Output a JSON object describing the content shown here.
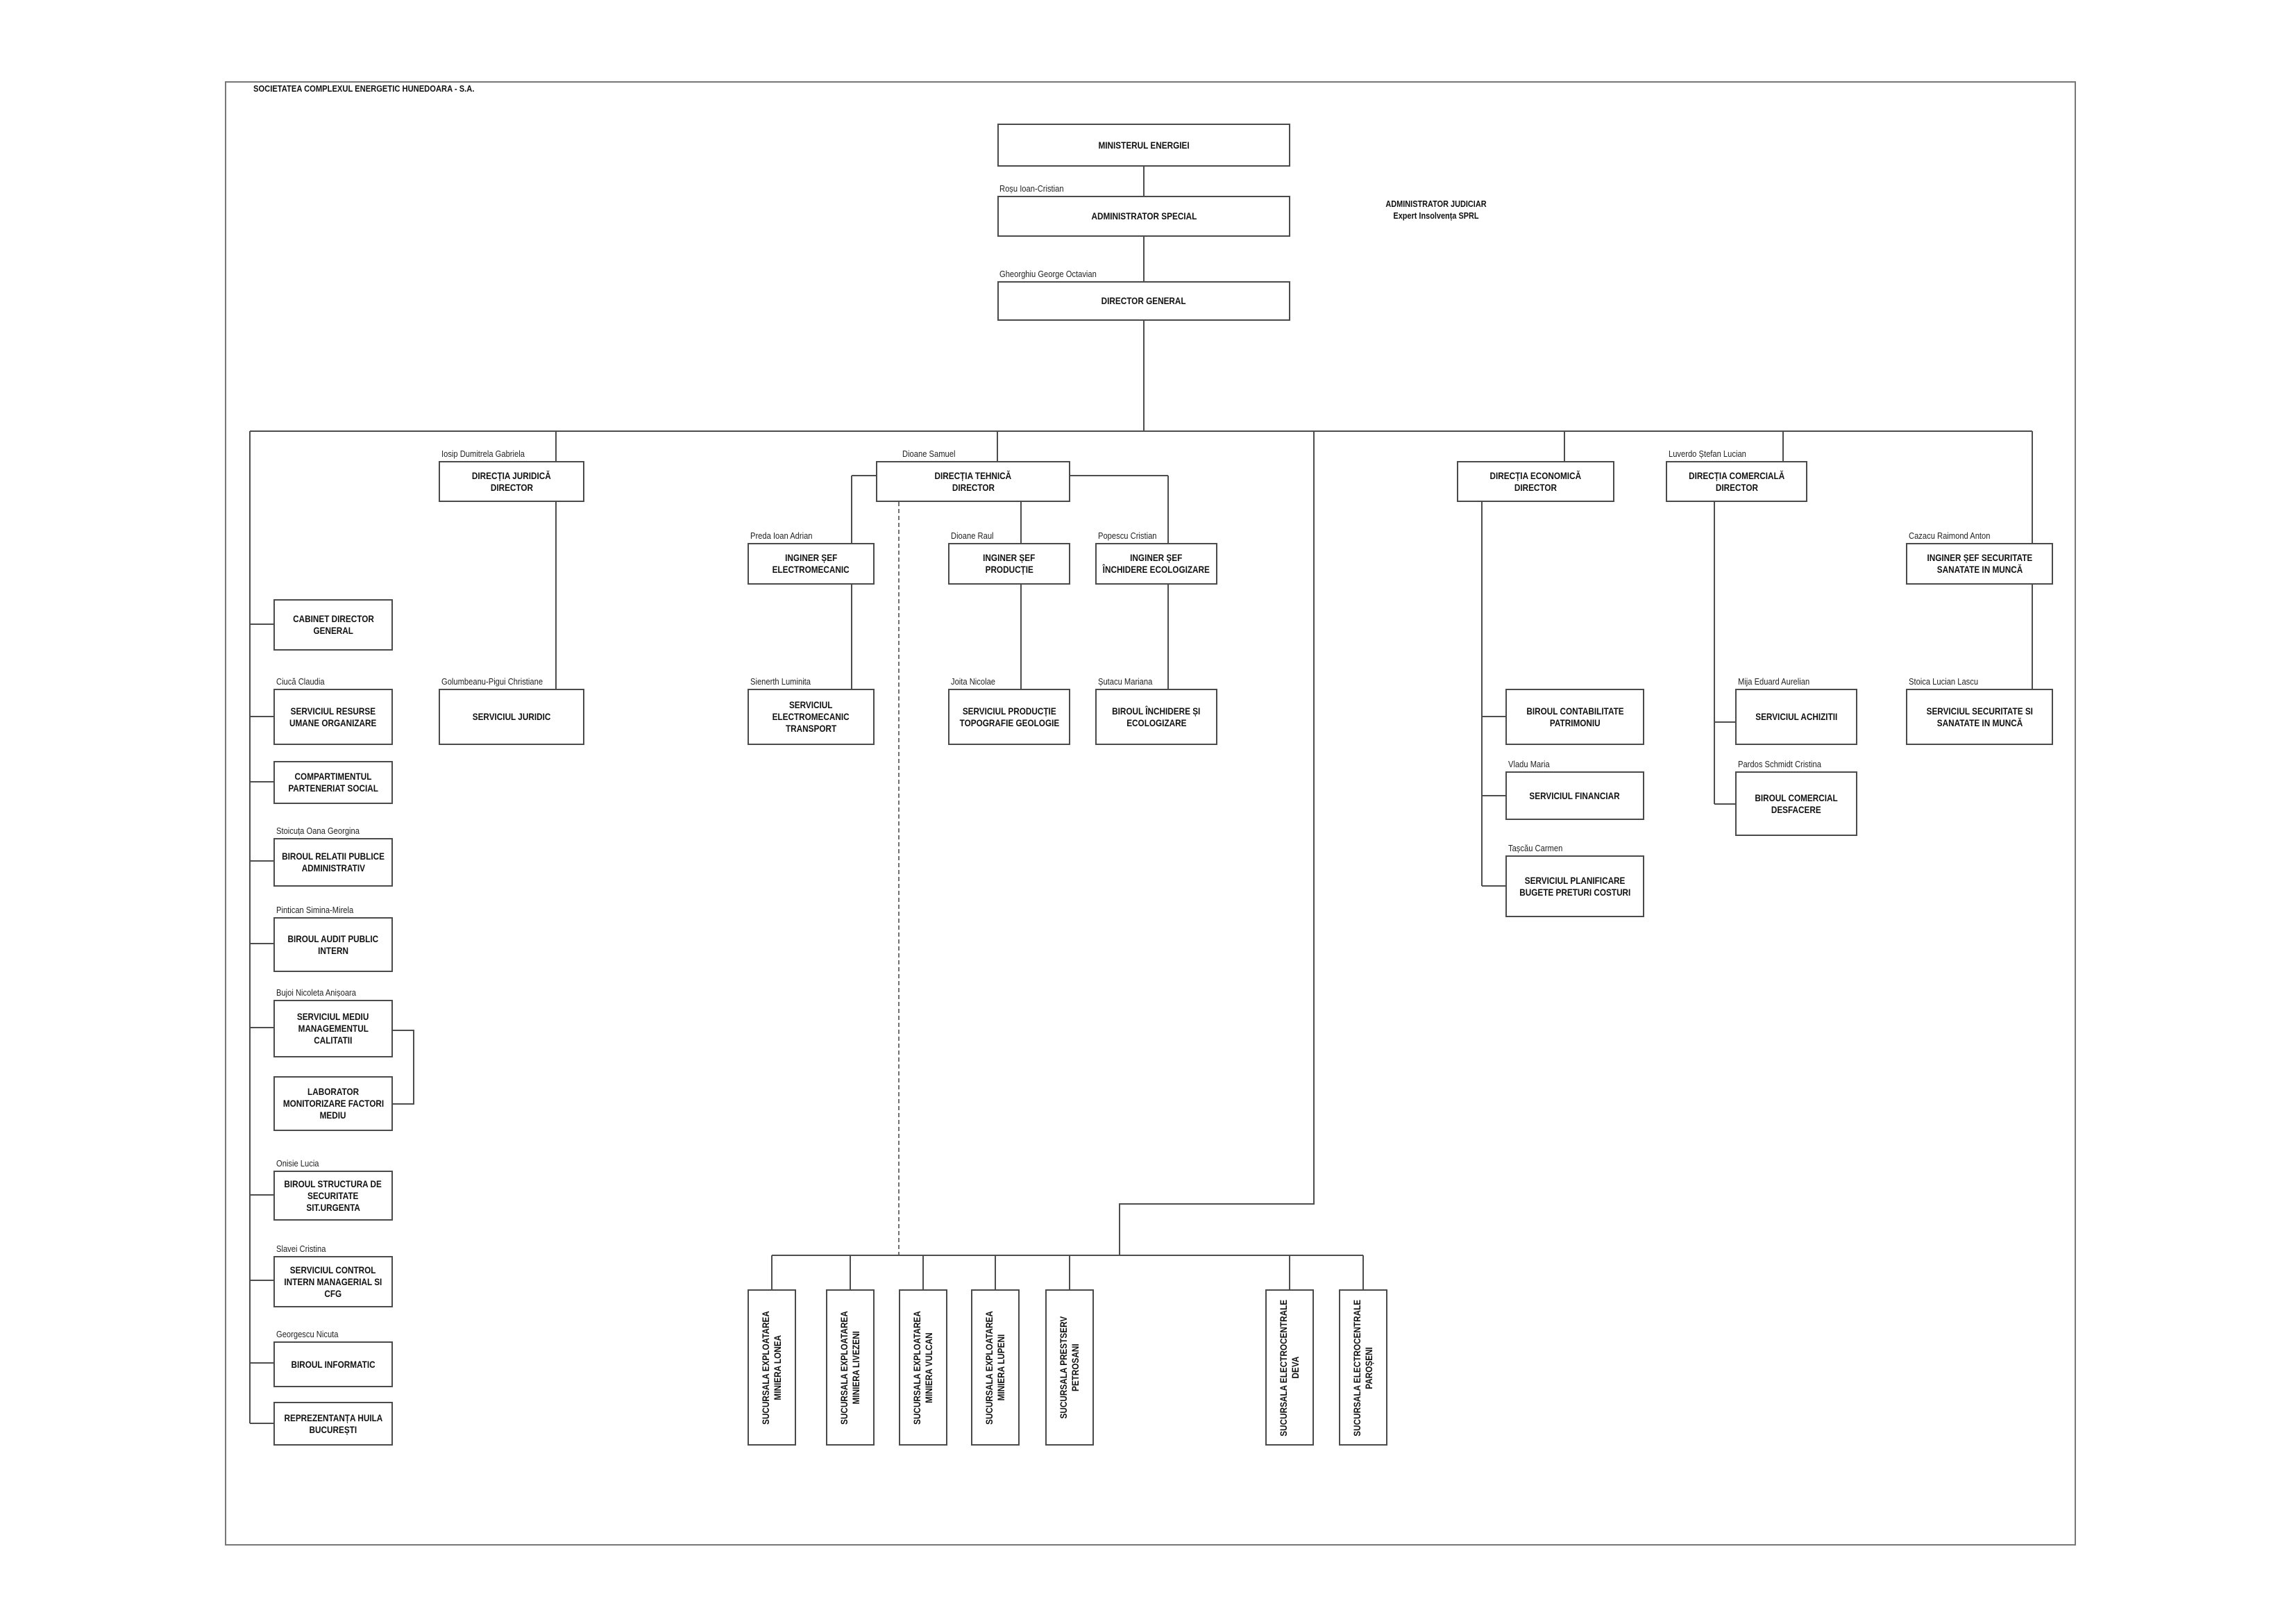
{
  "header": {
    "company": "SOCIETATEA COMPLEXUL ENERGETIC HUNEDOARA - S.A."
  },
  "judicial_administrator": {
    "title": "ADMINISTRATOR JUDICIAR",
    "firm": "Expert Insolvența SPRL"
  },
  "leadership": {
    "ministry": {
      "lines": [
        "MINISTERUL ENERGIEI"
      ]
    },
    "special_administrator": {
      "person": "Roșu Ioan-Cristian",
      "lines": [
        "ADMINISTRATOR SPECIAL"
      ]
    },
    "general_director": {
      "person": "Gheorghiu George Octavian",
      "lines": [
        "DIRECTOR GENERAL"
      ]
    }
  },
  "legal": {
    "directorate": {
      "person": "Iosip Dumitrela Gabriela",
      "lines": [
        "DIRECȚIA JURIDICĂ",
        "DIRECTOR"
      ]
    },
    "service": {
      "person": "Golumbeanu-Pigui Christiane",
      "lines": [
        "SERVICIUL JURIDIC"
      ]
    }
  },
  "technical": {
    "directorate": {
      "person": "Dioane Samuel",
      "lines": [
        "DIRECȚIA TEHNICĂ",
        "DIRECTOR"
      ]
    },
    "electromechanical_chief": {
      "person": "Preda Ioan Adrian",
      "lines": [
        "INGINER ȘEF",
        "ELECTROMECANIC"
      ]
    },
    "electromechanical_service": {
      "person": "Sienerth Luminita",
      "lines": [
        "SERVICIUL",
        "ELECTROMECANIC",
        "TRANSPORT"
      ]
    },
    "production_chief": {
      "person": "Dioane Raul",
      "lines": [
        "INGINER ȘEF",
        "PRODUCȚIE"
      ]
    },
    "production_service": {
      "person": "Joita Nicolae",
      "lines": [
        "SERVICIUL PRODUCȚIE",
        "TOPOGRAFIE GEOLOGIE"
      ]
    },
    "closure_chief": {
      "person": "Popescu Cristian",
      "lines": [
        "INGINER ȘEF",
        "ÎNCHIDERE ECOLOGIZARE"
      ]
    },
    "closure_office": {
      "person": "Șutacu Mariana",
      "lines": [
        "BIROUL ÎNCHIDERE ȘI",
        "ECOLOGIZARE"
      ]
    }
  },
  "economic": {
    "directorate": {
      "lines": [
        "DIRECȚIA ECONOMICĂ",
        "DIRECTOR"
      ]
    },
    "accounting": {
      "lines": [
        "BIROUL CONTABILITATE",
        "PATRIMONIU"
      ]
    },
    "financial": {
      "person": "Vladu Maria",
      "lines": [
        "SERVICIUL FINANCIAR"
      ]
    },
    "planning": {
      "person": "Tașcău Carmen",
      "lines": [
        "SERVICIUL PLANIFICARE",
        "BUGETE PRETURI COSTURI"
      ]
    }
  },
  "commercial": {
    "directorate": {
      "person": "Luverdo Ștefan Lucian",
      "lines": [
        "DIRECȚIA COMERCIALĂ",
        "DIRECTOR"
      ]
    },
    "procurement": {
      "person": "Mija Eduard Aurelian",
      "lines": [
        "SERVICIUL ACHIZITII"
      ]
    },
    "sales": {
      "person": "Pardos Schmidt Cristina",
      "lines": [
        "BIROUL COMERCIAL",
        "DESFACERE"
      ]
    }
  },
  "safety": {
    "chief": {
      "person": "Cazacu Raimond Anton",
      "lines": [
        "INGINER ȘEF SECURITATE",
        "SANATATE IN MUNCĂ"
      ]
    },
    "service": {
      "person": "Stoica Lucian Lascu",
      "lines": [
        "SERVICIUL SECURITATE SI",
        "SANATATE IN MUNCĂ"
      ]
    }
  },
  "staff_units": [
    {
      "lines": [
        "CABINET DIRECTOR",
        "GENERAL"
      ]
    },
    {
      "person": "Ciucă Claudia",
      "lines": [
        "SERVICIUL RESURSE",
        "UMANE ORGANIZARE"
      ]
    },
    {
      "lines": [
        "COMPARTIMENTUL",
        "PARTENERIAT SOCIAL"
      ]
    },
    {
      "person": "Stoicuța Oana Georgina",
      "lines": [
        "BIROUL RELATII PUBLICE",
        "ADMINISTRATIV"
      ]
    },
    {
      "person": "Pintican Simina-Mirela",
      "lines": [
        "BIROUL AUDIT PUBLIC",
        "INTERN"
      ]
    },
    {
      "person": "Bujoi Nicoleta Anișoara",
      "lines": [
        "SERVICIUL MEDIU",
        "MANAGEMENTUL",
        "CALITATII"
      ]
    },
    {
      "lines": [
        "LABORATOR",
        "MONITORIZARE FACTORI",
        "MEDIU"
      ]
    },
    {
      "person": "Onisie Lucia",
      "lines": [
        "BIROUL STRUCTURA DE",
        "SECURITATE",
        "SIT.URGENTA"
      ]
    },
    {
      "person": "Slavei Cristina",
      "lines": [
        "SERVICIUL CONTROL",
        "INTERN MANAGERIAL SI",
        "CFG"
      ]
    },
    {
      "person": "Georgescu Nicuta",
      "lines": [
        "BIROUL INFORMATIC"
      ]
    },
    {
      "lines": [
        "REPREZENTANȚA HUILA",
        "BUCUREȘTI"
      ]
    }
  ],
  "branches": [
    {
      "lines": [
        "SUCURSALA EXPLOATAREA",
        "MINIERA LONEA"
      ]
    },
    {
      "lines": [
        "SUCURSALA EXPLOATAREA",
        "MINIERA LIVEZENI"
      ]
    },
    {
      "lines": [
        "SUCURSALA EXPLOATAREA",
        "MINIERA VULCAN"
      ]
    },
    {
      "lines": [
        "SUCURSALA EXPLOATAREA",
        "MINIERA LUPENI"
      ]
    },
    {
      "lines": [
        "SUCURSALA PRESTSERV",
        "PETROSANI"
      ]
    },
    {
      "lines": [
        "SUCURSALA ELECTROCENTRALE",
        "DEVA"
      ]
    },
    {
      "lines": [
        "SUCURSALA ELECTROCENTRALE",
        "PAROȘENI"
      ]
    }
  ],
  "colors": {
    "box_border": "#4a4a4a",
    "connector": "#4d4d4d",
    "frame": "#777777",
    "text": "#111111"
  }
}
